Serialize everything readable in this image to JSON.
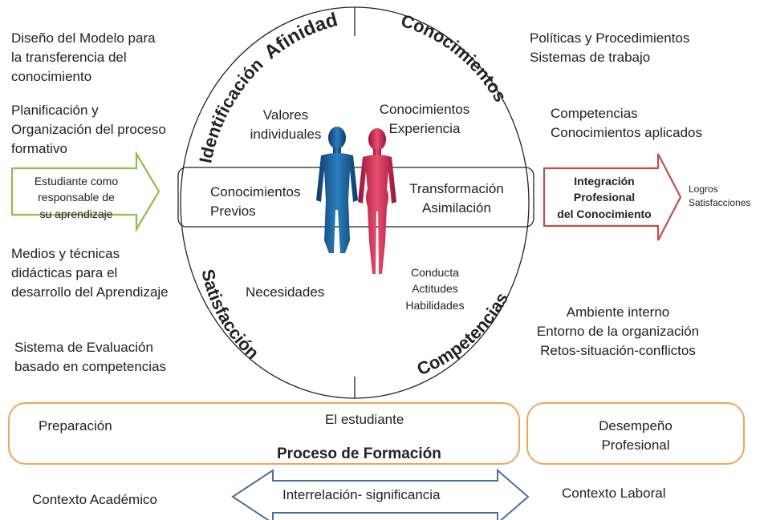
{
  "circle_labels": {
    "identificacion": "Identificación",
    "afinidad": "Afinidad",
    "conocimientos": "Conocimientos",
    "satisfaccion": "Satisfacción",
    "competencias": "Competencias"
  },
  "left": {
    "diseno": [
      "Diseño del Modelo para",
      "la transferencia del",
      "conocimiento"
    ],
    "planificacion": [
      "Planificación y",
      "Organización del proceso",
      "formativo"
    ],
    "estudiante_arrow": [
      "Estudiante como",
      "responsable de",
      "su aprendizaje"
    ],
    "medios": [
      "Medios y técnicas",
      "didácticas para el",
      "desarrollo del  Aprendizaje"
    ],
    "evaluacion": [
      "Sistema de Evaluación",
      "basado en competencias"
    ]
  },
  "right": {
    "politicas": [
      "Políticas y Procedimientos",
      "Sistemas de trabajo"
    ],
    "competencias": [
      "Competencias",
      "Conocimientos aplicados"
    ],
    "integracion_arrow": [
      "Integración",
      "Profesional",
      "del Conocimiento"
    ],
    "logros": [
      "Logros",
      "Satisfacciones"
    ],
    "ambiente": [
      "Ambiente interno",
      "Entorno de la organización",
      "Retos-situación-conflictos"
    ]
  },
  "center": {
    "valores": [
      "Valores",
      "individuales"
    ],
    "conocimientos_exp": [
      "Conocimientos",
      "Experiencia"
    ],
    "conocimientos_previos": [
      "Conocimientos",
      "Previos"
    ],
    "transformacion": [
      "Transformación",
      "Asimilación"
    ],
    "necesidades": "Necesidades",
    "conducta": [
      "Conducta",
      "Actitudes",
      "Habilidades"
    ]
  },
  "bottom": {
    "preparacion": "Preparación",
    "el_estudiante": "El estudiante",
    "proceso": "Proceso de Formación",
    "desempeno": [
      "Desempeño",
      "Profesional"
    ],
    "contexto_academico": "Contexto  Académico",
    "interrelacion": "Interrelación- significancia",
    "contexto_laboral": "Contexto Laboral"
  },
  "colors": {
    "green_arrow": "#8dbf4e",
    "red_arrow": "#c0504d",
    "blue_arrow": "#4f6f9a",
    "orange_box": "#f0a65a",
    "blue_figure": "#1f4e79",
    "pink_figure": "#c8204f"
  }
}
